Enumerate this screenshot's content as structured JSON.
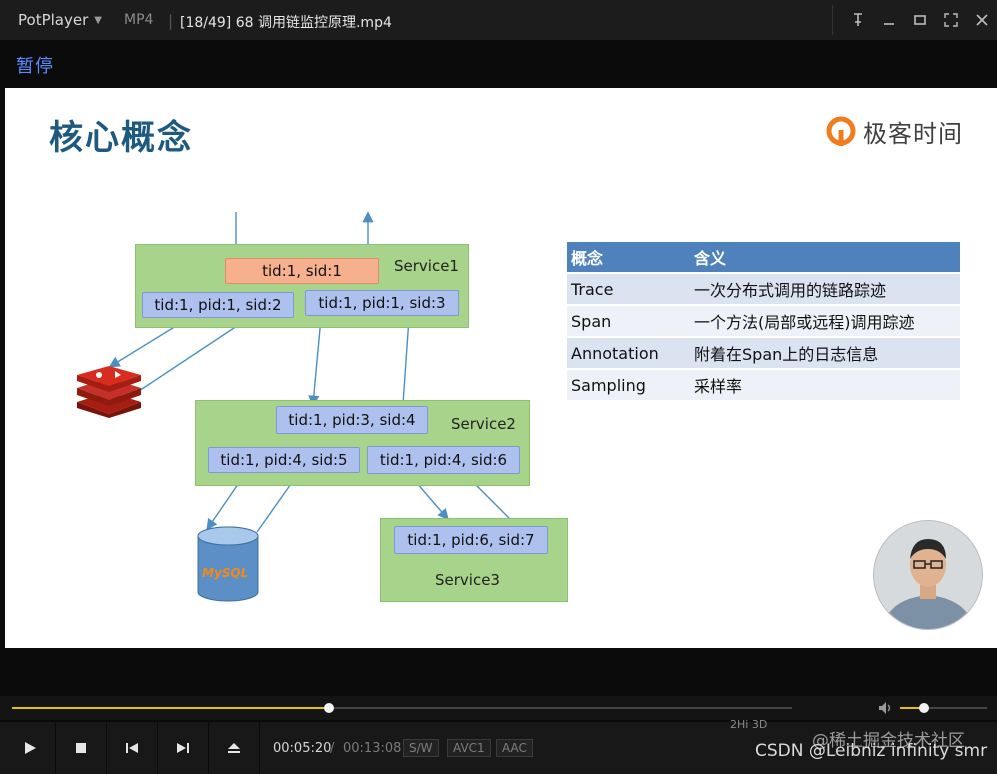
{
  "window": {
    "app_name": "PotPlayer",
    "format": "MP4",
    "file_title": "[18/49] 68 调用链监控原理.mp4"
  },
  "osd_status": "暂停",
  "slide": {
    "title": "核心概念",
    "logo_text": "极客时间",
    "services": {
      "service1": "Service1",
      "service2": "Service2",
      "service3": "Service3"
    },
    "spans": {
      "s1": "tid:1, sid:1",
      "s2": "tid:1, pid:1, sid:2",
      "s3": "tid:1, pid:1, sid:3",
      "s4": "tid:1, pid:3, sid:4",
      "s5": "tid:1, pid:4, sid:5",
      "s6": "tid:1, pid:4, sid:6",
      "s7": "tid:1, pid:6, sid:7"
    },
    "db_label": "MySQL",
    "concept_table": {
      "headers": [
        "概念",
        "含义"
      ],
      "rows": [
        [
          "Trace",
          "一次分布式调用的链路踪迹"
        ],
        [
          "Span",
          "一个方法(局部或远程)调用踪迹"
        ],
        [
          "Annotation",
          "附着在Span上的日志信息"
        ],
        [
          "Sampling",
          "采样率"
        ]
      ]
    }
  },
  "playback": {
    "current_time": "00:05:20",
    "separator": "/",
    "total_time": "00:13:08",
    "progress_fraction": 0.406,
    "volume_fraction": 0.28,
    "tags": [
      "S/W",
      "AVC1",
      "AAC"
    ]
  },
  "watermarks": {
    "csdn": "CSDN @Leibniz infinity smr",
    "juejin": "@稀土掘金技术社区",
    "faint": "2Hi   3D"
  },
  "colors": {
    "accent_progress": "#e8c200",
    "osd_blue": "#5a8cff",
    "slide_title": "#1e5a80",
    "table_header": "#4f81bd"
  }
}
